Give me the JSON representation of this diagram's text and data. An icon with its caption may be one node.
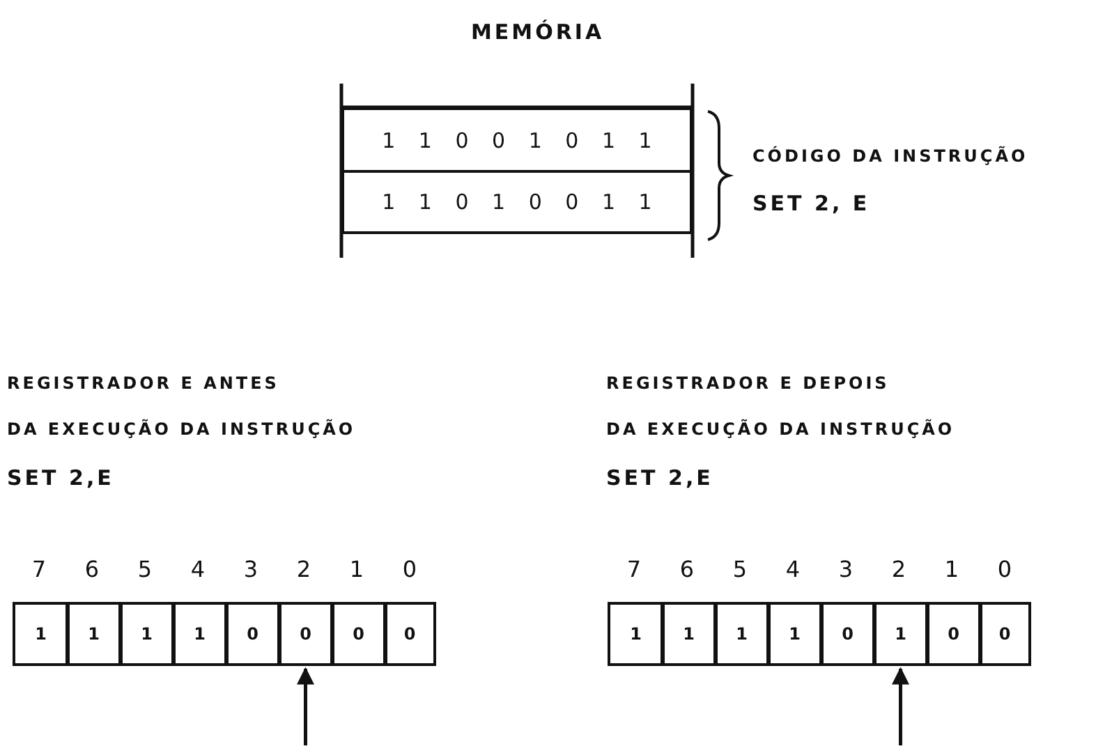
{
  "diagram": {
    "title": "MEMÓRIA",
    "nodes": [
      {
        "text": [
          "1 1 0 0 1 0 1 1"
        ]
      },
      {
        "text": [
          "1 1 0 1 0 0 1 1"
        ]
      },
      {
        "text": [
          "1"
        ]
      },
      {
        "text": [
          "1"
        ]
      },
      {
        "text": [
          "1"
        ]
      },
      {
        "text": [
          "1"
        ]
      },
      {
        "text": [
          "0"
        ]
      },
      {
        "text": [
          "0"
        ]
      },
      {
        "text": [
          "0"
        ]
      },
      {
        "text": [
          "0"
        ]
      },
      {
        "text": [
          "1"
        ]
      },
      {
        "text": [
          "1"
        ]
      },
      {
        "text": [
          "1"
        ]
      },
      {
        "text": [
          "1"
        ]
      },
      {
        "text": [
          "0"
        ]
      },
      {
        "text": [
          "1"
        ]
      },
      {
        "text": [
          "0"
        ]
      },
      {
        "text": [
          "0"
        ]
      }
    ],
    "edges": [
      {
        "from": null,
        "to": 7,
        "arrow": "to"
      },
      {
        "from": null,
        "to": 15,
        "arrow": "to"
      }
    ],
    "labels": [
      "CÓDIGO DA INSTRUÇÃO",
      "SET 2, E",
      "REGISTRADOR E ANTES",
      "DA EXECUÇÃO DA INSTRUÇÃO",
      "SET 2,E",
      "REGISTRADOR E DEPOIS",
      "DA EXECUÇÃO DA INSTRUÇÃO",
      "SET 2,E",
      "7",
      "6",
      "5",
      "4",
      "3",
      "2",
      "1",
      "0",
      "7",
      "6",
      "5",
      "4",
      "3",
      "2",
      "1",
      "0"
    ]
  }
}
